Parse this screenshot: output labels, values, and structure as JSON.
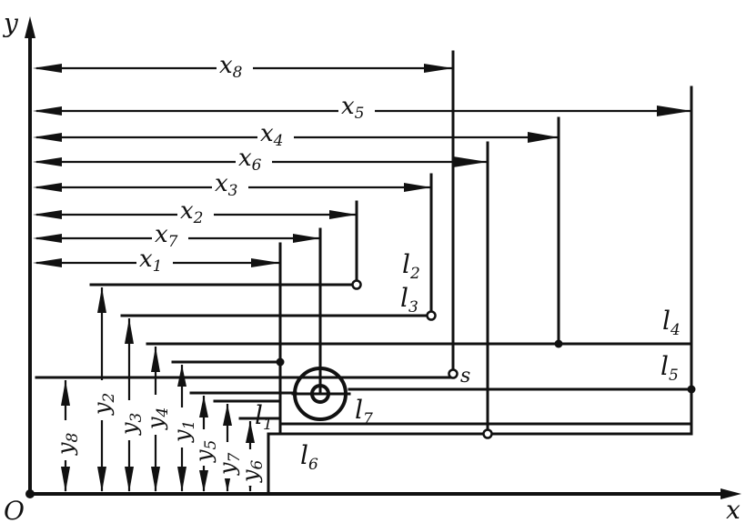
{
  "axes": {
    "origin": "O",
    "x": "x",
    "y": "y"
  },
  "dimensions_x": [
    {
      "id": "x8",
      "base": "x",
      "sub": "8"
    },
    {
      "id": "x5",
      "base": "x",
      "sub": "5"
    },
    {
      "id": "x4",
      "base": "x",
      "sub": "4"
    },
    {
      "id": "x6",
      "base": "x",
      "sub": "6"
    },
    {
      "id": "x3",
      "base": "x",
      "sub": "3"
    },
    {
      "id": "x2",
      "base": "x",
      "sub": "2"
    },
    {
      "id": "x7",
      "base": "x",
      "sub": "7"
    },
    {
      "id": "x1",
      "base": "x",
      "sub": "1"
    }
  ],
  "dimensions_y": [
    {
      "id": "y8",
      "base": "y",
      "sub": "8"
    },
    {
      "id": "y2",
      "base": "y",
      "sub": "2"
    },
    {
      "id": "y3",
      "base": "y",
      "sub": "3"
    },
    {
      "id": "y4",
      "base": "y",
      "sub": "4"
    },
    {
      "id": "y1",
      "base": "y",
      "sub": "1"
    },
    {
      "id": "y5",
      "base": "y",
      "sub": "5"
    },
    {
      "id": "y7",
      "base": "y",
      "sub": "7"
    },
    {
      "id": "y6",
      "base": "y",
      "sub": "6"
    }
  ],
  "lines": [
    {
      "id": "l1",
      "base": "l",
      "sub": "1"
    },
    {
      "id": "l2",
      "base": "l",
      "sub": "2"
    },
    {
      "id": "l3",
      "base": "l",
      "sub": "3"
    },
    {
      "id": "l4",
      "base": "l",
      "sub": "4"
    },
    {
      "id": "l5",
      "base": "l",
      "sub": "5"
    },
    {
      "id": "l6",
      "base": "l",
      "sub": "6"
    },
    {
      "id": "l7",
      "base": "l",
      "sub": "7"
    }
  ],
  "point_label": "s"
}
